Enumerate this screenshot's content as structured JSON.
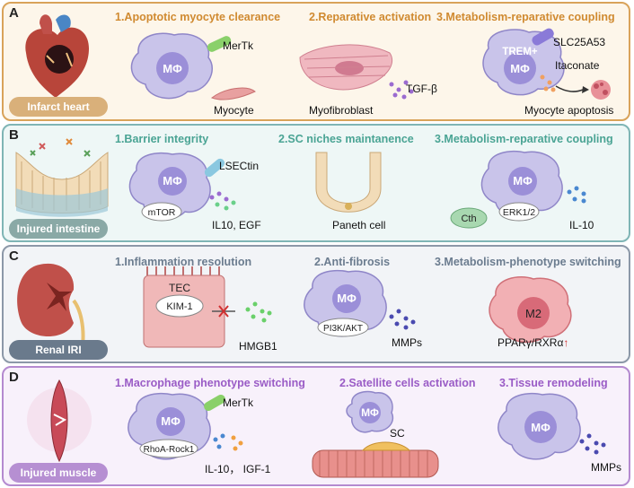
{
  "panelA": {
    "letter": "A",
    "organ": "Infarct heart",
    "steps": [
      "1.Apoptotic myocyte clearance",
      "2.Reparative activation",
      "3.Metabolism-reparative coupling"
    ],
    "mac": "MΦ",
    "merTk": "MerTk",
    "myocyte": "Myocyte",
    "myofibroblast": "Myofibroblast",
    "tgfb": "TGF-β",
    "trem": "TREM+",
    "slc": "SLC25A53",
    "itaconate": "Itaconate",
    "apoptosis": "Myocyte apoptosis"
  },
  "panelB": {
    "letter": "B",
    "organ": "Injured intestine",
    "steps": [
      "1.Barrier integrity",
      "2.SC niches maintanence",
      "3.Metabolism-reparative coupling"
    ],
    "mac": "MΦ",
    "lsectin": "LSECtin",
    "mtor": "mTOR",
    "il10egf": "IL10, EGF",
    "paneth": "Paneth cell",
    "cth": "Cth",
    "erk": "ERK1/2",
    "il10": "IL-10"
  },
  "panelC": {
    "letter": "C",
    "organ": "Renal IRI",
    "steps": [
      "1.Inflammation resolution",
      "2.Anti-fibrosis",
      "3.Metabolism-phenotype switching"
    ],
    "tec": "TEC",
    "kim": "KIM-1",
    "hmgb": "HMGB1",
    "mac": "MΦ",
    "pi3k": "PI3K/AKT",
    "mmps": "MMPs",
    "m2": "M2",
    "ppar": "PPARγ/RXRα",
    "up": "↑"
  },
  "panelD": {
    "letter": "D",
    "organ": "Injured muscle",
    "steps": [
      "1.Macrophage phenotype switching",
      "2.Satellite cells activation",
      "3.Tissue remodeling"
    ],
    "mac": "MΦ",
    "merTk": "MerTk",
    "rhoa": "RhoA-Rock1",
    "ilIgf": "IL-10， IGF-1",
    "sc": "SC",
    "mmps": "MMPs"
  },
  "colors": {
    "A_border": "#d9a35a",
    "A_bg": "#fdf6ea",
    "A_text": "#d08a30",
    "A_pill": "#d9b07a",
    "B_border": "#7fb5b5",
    "B_bg": "#eef7f6",
    "B_text": "#4aa494",
    "B_pill": "#8aa9a6",
    "C_border": "#8c98a8",
    "C_bg": "#f2f4f7",
    "C_text": "#6b7c8f",
    "C_pill": "#6a7a8c",
    "D_border": "#b48ad0",
    "D_bg": "#f8f1fb",
    "D_text": "#9a5cc6",
    "D_pill": "#b68fd2"
  }
}
